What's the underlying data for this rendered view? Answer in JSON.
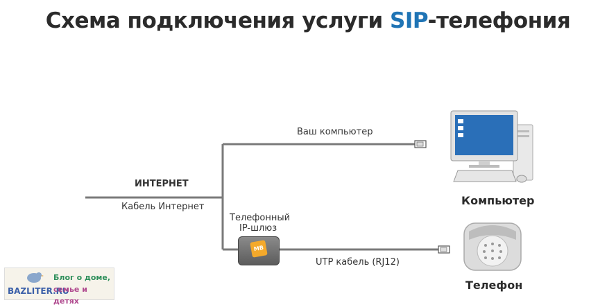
{
  "title": {
    "prefix": "Схема подключения услуги ",
    "highlight": "SIP",
    "suffix": "-телефония"
  },
  "labels": {
    "internet": "ИНТЕРНЕТ",
    "internet_cable": "Кабель Интернет",
    "your_computer": "Ваш компьютер",
    "gateway_line1": "Телефонный",
    "gateway_line2": "IP-шлюз",
    "utp_cable": "UTP кабель (RJ12)",
    "computer": "Компьютер",
    "phone": "Телефон"
  },
  "gateway": {
    "badge": "MB"
  },
  "brand": {
    "logo": "BAZLITER.RU",
    "slogan_line1": "Блог о доме,",
    "slogan_line2": "семье и детях"
  },
  "colors": {
    "accent": "#1f74b5",
    "cable": "#7a7a7a"
  }
}
